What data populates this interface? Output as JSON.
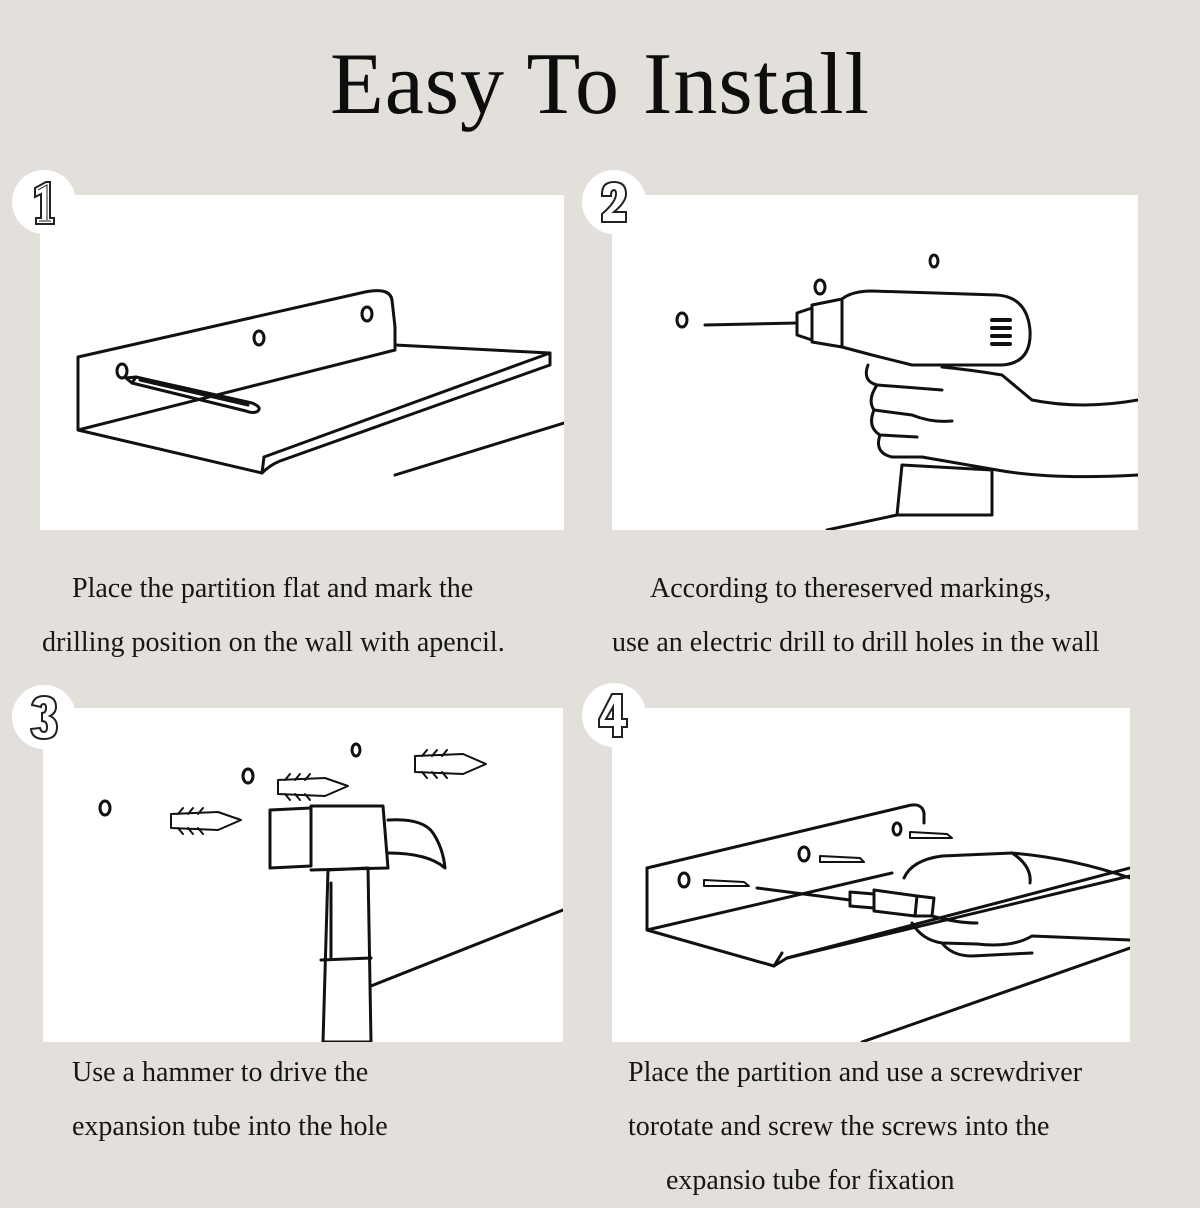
{
  "title": "Easy To Install",
  "steps": [
    {
      "number": "1",
      "illustration": "pencil-marking-shelf",
      "caption": [
        "Place the partition flat and mark the",
        "drilling position on the wall with apencil."
      ]
    },
    {
      "number": "2",
      "illustration": "hand-drilling-wall",
      "caption": [
        "According to thereserved markings,",
        "use an electric drill to drill holes in the wall"
      ]
    },
    {
      "number": "3",
      "illustration": "hammer-expansion-tube",
      "caption": [
        "Use a hammer to drive the",
        "expansion tube into the hole"
      ]
    },
    {
      "number": "4",
      "illustration": "hand-screwdriver-shelf",
      "caption": [
        "Place the partition and use a screwdriver",
        "torotate and screw the screws into the",
        "expansio tube for fixation"
      ]
    }
  ],
  "colors": {
    "background": "#e3e0dc",
    "panel": "#ffffff",
    "ink": "#111111"
  }
}
